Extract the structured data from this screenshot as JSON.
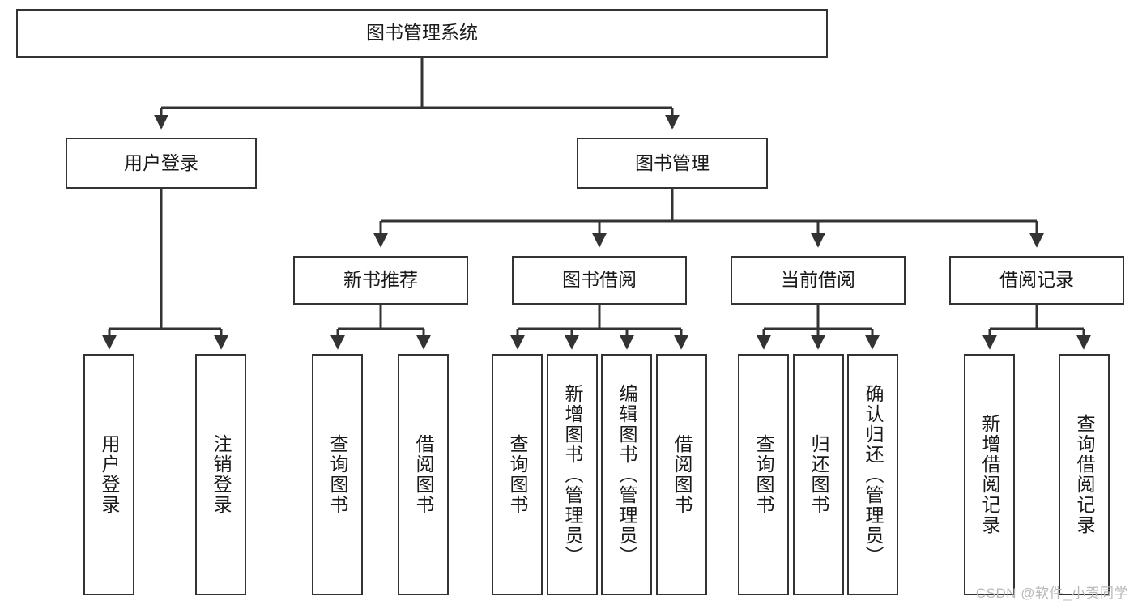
{
  "diagram": {
    "title": "图书管理系统",
    "type": "tree-hierarchy-diagram",
    "stroke_color": "#333333",
    "fill_color": "#ffffff",
    "text_color": "#1a1a1a",
    "nodes": {
      "root": {
        "label": "图书管理系统"
      },
      "level2": [
        {
          "id": "user-login",
          "label": "用户登录"
        },
        {
          "id": "book-manage",
          "label": "图书管理"
        }
      ],
      "level3": [
        {
          "id": "new-book-recommend",
          "label": "新书推荐"
        },
        {
          "id": "book-borrow",
          "label": "图书借阅"
        },
        {
          "id": "current-borrow",
          "label": "当前借阅"
        },
        {
          "id": "borrow-record",
          "label": "借阅记录"
        }
      ],
      "leaves": [
        {
          "id": "leaf-user-login",
          "label": "用户登录",
          "parent": "user-login"
        },
        {
          "id": "leaf-logout-login",
          "label": "注销登录",
          "parent": "user-login"
        },
        {
          "id": "leaf-query-book-1",
          "label": "查询图书",
          "parent": "new-book-recommend"
        },
        {
          "id": "leaf-borrow-book-1",
          "label": "借阅图书",
          "parent": "new-book-recommend"
        },
        {
          "id": "leaf-query-book-2",
          "label": "查询图书",
          "parent": "book-borrow"
        },
        {
          "id": "leaf-add-book",
          "label": "新增图书（管理员）",
          "parent": "book-borrow"
        },
        {
          "id": "leaf-edit-book",
          "label": "编辑图书（管理员）",
          "parent": "book-borrow"
        },
        {
          "id": "leaf-borrow-book-2",
          "label": "借阅图书",
          "parent": "book-borrow"
        },
        {
          "id": "leaf-query-book-3",
          "label": "查询图书",
          "parent": "current-borrow"
        },
        {
          "id": "leaf-return-book",
          "label": "归还图书",
          "parent": "current-borrow"
        },
        {
          "id": "leaf-confirm-return",
          "label": "确认归还（管理员）",
          "parent": "current-borrow"
        },
        {
          "id": "leaf-add-record",
          "label": "新增借阅记录",
          "parent": "borrow-record"
        },
        {
          "id": "leaf-query-record",
          "label": "查询借阅记录",
          "parent": "borrow-record"
        }
      ]
    }
  },
  "watermark": {
    "text": "CSDN @软件_小贺同学"
  }
}
